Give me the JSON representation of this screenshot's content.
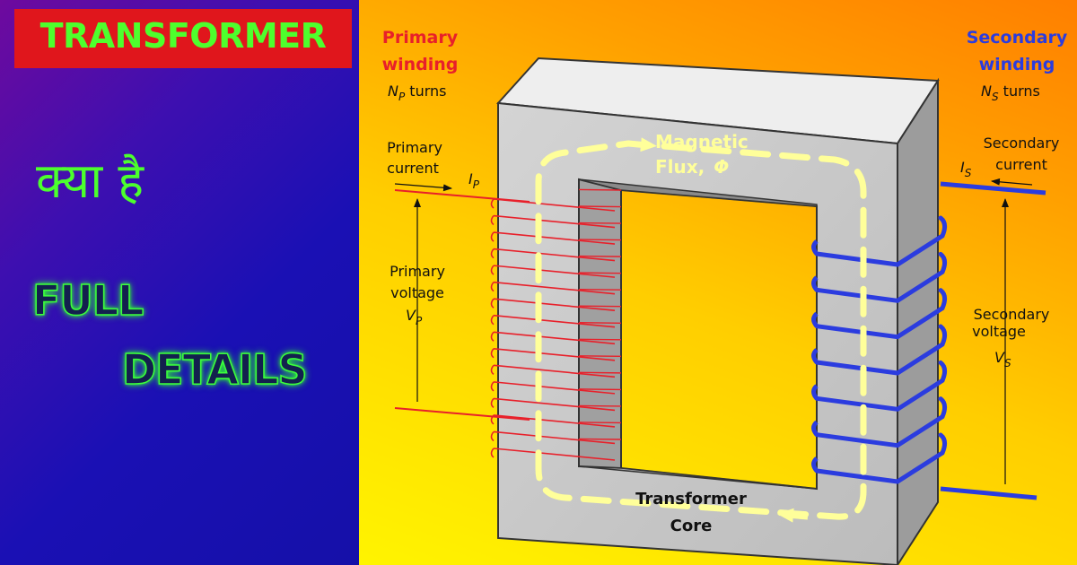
{
  "thumbnail": {
    "title": "TRANSFORMER",
    "hindi_subtitle": "क्या है",
    "line_full": "FULL",
    "line_details": "DETAILS"
  },
  "diagram": {
    "primary_winding": [
      "Primary",
      "winding"
    ],
    "primary_turns": {
      "var": "N",
      "sub": "P",
      "suffix": " turns"
    },
    "secondary_winding": [
      "Secondary",
      "winding"
    ],
    "secondary_turns": {
      "var": "N",
      "sub": "S",
      "suffix": " turns"
    },
    "primary_current": [
      "Primary",
      "current"
    ],
    "primary_current_symbol": {
      "var": "I",
      "sub": "P"
    },
    "primary_voltage": [
      "Primary",
      "voltage"
    ],
    "primary_voltage_symbol": {
      "var": "V",
      "sub": "P"
    },
    "secondary_current": [
      "Secondary",
      "current"
    ],
    "secondary_current_symbol": {
      "var": "I",
      "sub": "S"
    },
    "secondary_voltage": [
      "Secondary",
      "voltage"
    ],
    "secondary_voltage_symbol": {
      "var": "V",
      "sub": "S"
    },
    "magnetic_flux": [
      "Magnetic",
      "Flux,"
    ],
    "flux_symbol": "Φ",
    "core_label": [
      "Transformer",
      "Core"
    ],
    "primary_turn_count": 16,
    "secondary_turn_count": 7,
    "colors": {
      "primary": "#e8202a",
      "secondary": "#2b3cdf",
      "flux": "#ffff9a",
      "core": "#c8c8c8"
    }
  }
}
